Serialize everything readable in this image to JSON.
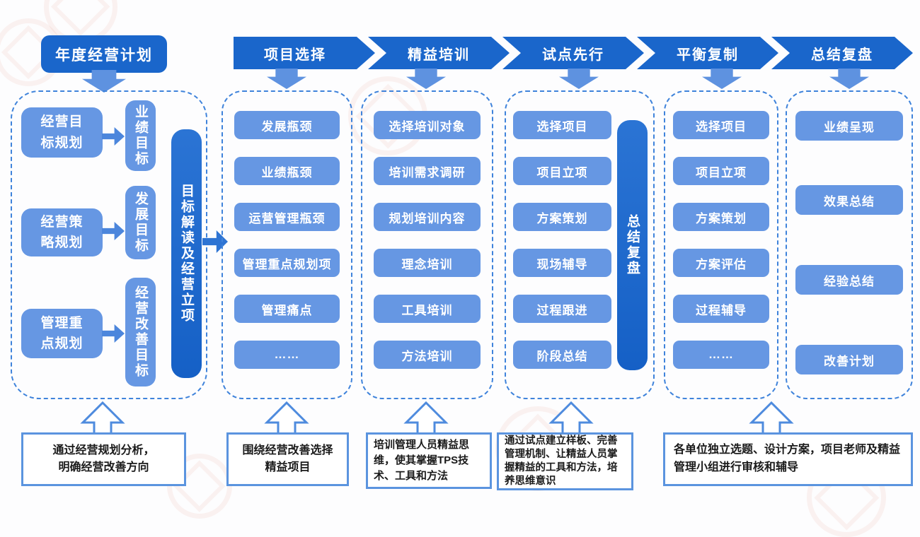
{
  "colors": {
    "primary_dark_blue": "#1A66CB",
    "item_light_blue": "#6697E3",
    "arrow_blue": "#5E92E0",
    "dashed_border_blue": "#3F83DB",
    "note_border_blue": "#5B94DF",
    "note_text": "#1A1A1A",
    "watermark_pink": "#E07868"
  },
  "source": {
    "title": "年度经营计划",
    "rows": [
      {
        "source": "经营目标规划",
        "target": "业绩目标"
      },
      {
        "source": "经营策略规划",
        "target": "发展目标"
      },
      {
        "source": "管理重点规划",
        "target": "经营改善目标"
      }
    ],
    "vertical_label": "目标解读及经营立项",
    "note": "通过经营规划分析，明确经营改善方向"
  },
  "stages": [
    {
      "label": "项目选择",
      "items": [
        "发展瓶颈",
        "业绩瓶颈",
        "运营管理瓶颈",
        "管理重点规划项",
        "管理痛点",
        "……"
      ],
      "note": "围绕经营改善选择精益项目"
    },
    {
      "label": "精益培训",
      "items": [
        "选择培训对象",
        "培训需求调研",
        "规划培训内容",
        "理念培训",
        "工具培训",
        "方法培训"
      ],
      "note": "培训管理人员精益思维，使其掌握TPS技术、工具和方法"
    },
    {
      "label": "试点先行",
      "items": [
        "选择项目",
        "项目立项",
        "方案策划",
        "现场辅导",
        "过程跟进",
        "阶段总结"
      ],
      "side_label": "总结复盘",
      "note": "通过试点建立样板、完善管理机制、让精益人员掌握精益的工具和方法，培养思维意识"
    },
    {
      "label": "平衡复制",
      "items": [
        "选择项目",
        "项目立项",
        "方案策划",
        "方案评估",
        "过程辅导",
        "……"
      ]
    },
    {
      "label": "总结复盘",
      "items": [
        "业绩呈现",
        "效果总结",
        "经验总结",
        "改善计划"
      ]
    }
  ],
  "shared_note": "各单位独立选题、设计方案，项目老师及精益管理小组进行审核和辅导"
}
